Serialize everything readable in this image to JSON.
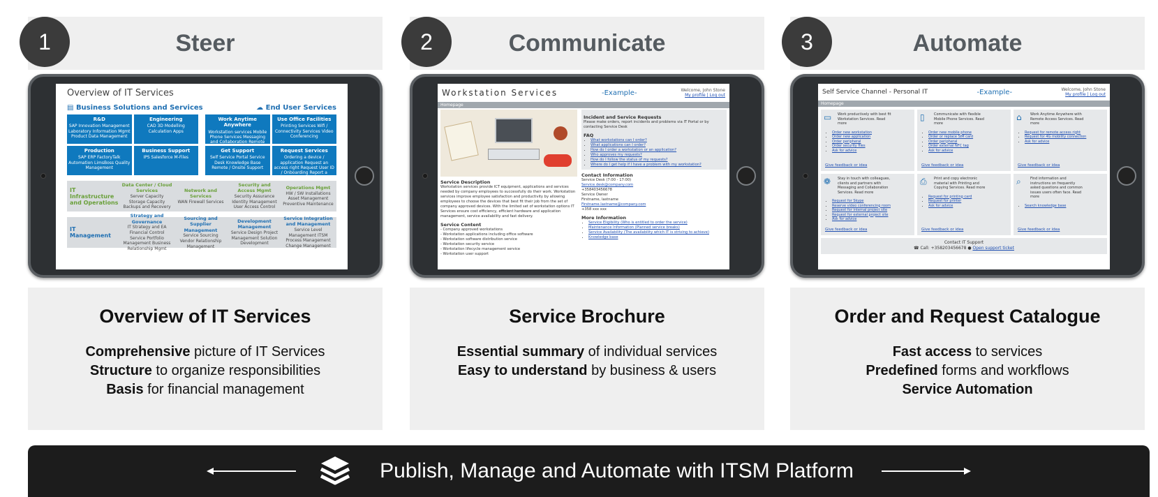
{
  "columns": [
    {
      "number": "1",
      "heading": "Steer",
      "desc_title": "Overview of IT Services",
      "lines": [
        {
          "bold": "Comprehensive",
          "rest": " picture of IT Services"
        },
        {
          "bold": "Structure",
          "rest": " to organize responsibilities"
        },
        {
          "bold": "Basis",
          "rest": " for financial management"
        }
      ],
      "screen": {
        "title": "Overview of IT Services",
        "section_left": "Business Solutions and Services",
        "section_right": "End User Services",
        "boxes": [
          {
            "title": "R&D",
            "text": "SAP Innovation Management Laboratory Information Mgmt Product Data Management"
          },
          {
            "title": "Engineering",
            "text": "CAD 3D Modelling Calculation Apps"
          },
          {
            "title": "Production",
            "text": "SAP ERP FactoryTalk Automation LimsBoss Quality Management"
          },
          {
            "title": "Business Support",
            "text": "IPS Salesforce M-Files"
          },
          {
            "title": "Work Anytime Anywhere",
            "text": "Workstation services Mobile Phone Services Messaging and Collaboration Remote Access Services"
          },
          {
            "title": "Use Office Facilities",
            "text": "Printing Services Wifi / Connectivity Services Video Conferencing"
          },
          {
            "title": "Get Support",
            "text": "Self Service Portal Service Desk Knowledge Base Remote / Onsite Support"
          },
          {
            "title": "Request Services",
            "text": "Ordering a device / application Request an access right Request User ID / Onboarding Report a problem"
          }
        ],
        "infra": {
          "label": "IT Infrastructure and Operations",
          "cells": [
            {
              "title": "Data Center / Cloud Services",
              "text": "Server Capacity Storage Capacity Backups and Recovery"
            },
            {
              "title": "Network and Services",
              "text": "WAN Firewall Services"
            },
            {
              "title": "Security and Access Mgmt",
              "text": "Security Assurance Identity Management User Access Control"
            },
            {
              "title": "Operations Mgmt",
              "text": "HW / SW Installations Asset Management Preventive Maintenance"
            }
          ]
        },
        "mgmt": {
          "label": "IT Management",
          "cells": [
            {
              "title": "Strategy and Governance",
              "text": "IT Strategy and EA Financial Control Service Portfolio Management Business Relationship Mgmt"
            },
            {
              "title": "Sourcing and Supplier Management",
              "text": "Service Sourcing Vendor Relationship Management"
            },
            {
              "title": "Development Management",
              "text": "Service Design Project Management Solution Development"
            },
            {
              "title": "Service Integration and Management",
              "text": "Service Level Management ITSM Process Management Change Management"
            }
          ]
        }
      }
    },
    {
      "number": "2",
      "heading": "Communicate",
      "desc_title": "Service Brochure",
      "lines": [
        {
          "bold": "Essential summary",
          "rest": " of individual services"
        },
        {
          "bold": "Easy to understand",
          "rest": " by business & users"
        }
      ],
      "screen": {
        "title": "Workstation Services",
        "example": "-Example-",
        "welcome": "Welcome, John Stone",
        "profile": "My profile | Log out",
        "homepage": "Homepage",
        "service_desc_title": "Service Description",
        "service_desc": "Workstation services provide ICT equipment, applications and services needed by company employees to successfully do their work. Workstation services improve employee satisfaction and productivity by allowing employees to choose the devices that best fit their job from the set of company approved devices. With the limited set of workstation options IT Services ensure cost efficiency, efficient hardware and application management, service availability and fast delivery.",
        "content_title": "Service Content",
        "content": [
          "Company approved workstations",
          "Workstation applications including office software",
          "Workstation software distribution service",
          "Workstation security service",
          "Workstation lifecycle management service",
          "Workstation user support"
        ],
        "incident_title": "Incident and Service Requests",
        "incident_text": "Please make orders, report incidents and problems via IT Portal or by contacting Service Desk",
        "faq_title": "FAQ",
        "faq": [
          "What workstations can I order?",
          "What applications can I order?",
          "How do I order a workstation or an application?",
          "Who approves my requests?",
          "How do I follow the status of my requests?",
          "Where do I get help if I have a problem with my workstation?"
        ],
        "contact_title": "Contact Information",
        "desk": "Service Desk (7:00 - 17:00)",
        "desk_mail": "Service.desk@company.com",
        "desk_phone": "+358403456678",
        "owner": "Service Owner",
        "owner_name": "Firstname, lastname",
        "owner_mail": "Firstname.lastname@company.com",
        "owner_phone": "+358 xxx xxx",
        "more_title": "More Information",
        "more": [
          "Service Eligibility (Who is entitled to order the service)",
          "Maintenance Information (Planned service breaks)",
          "Service Availability (The availability which IT is striving to achieve)",
          "Knowledge base"
        ]
      }
    },
    {
      "number": "3",
      "heading": "Automate",
      "desc_title": "Order and Request Catalogue",
      "lines": [
        {
          "bold": "Fast access",
          "rest": " to services"
        },
        {
          "bold": "Predefined",
          "rest": " forms and workflows"
        },
        {
          "bold": "Service Automation",
          "rest": ""
        }
      ],
      "screen": {
        "title": "Self Service Channel - Personal IT",
        "example": "-Example-",
        "welcome": "Welcome, John Stone",
        "profile": "My profile | Log out",
        "homepage": "Homepage",
        "tiles": [
          {
            "icon": "▭",
            "intro": "Work productively with best fit Workstation Services. Read more",
            "items": [
              "Order new workstation",
              "Order new application",
              "Order peripheral",
              "Order security files",
              "Ask for advice"
            ],
            "feedback": "Give feedback or idea"
          },
          {
            "icon": "▯",
            "intro": "Communicate with flexible Mobile Phone Services. Read more",
            "items": [
              "Order new mobile phone",
              "Order or replace SIM card",
              "Order peripheral",
              "Order external NFC tag",
              "Ask for advice"
            ],
            "feedback": "Give feedback or idea"
          },
          {
            "icon": "⌂",
            "intro": "Work Anytime Anywhere with Remote Access Services. Read more",
            "items": [
              "Request for remote access right",
              "Request for 4G mobility connection",
              "Ask for advice"
            ],
            "feedback": "Give feedback or idea"
          },
          {
            "icon": "❁",
            "intro": "Stay in touch with colleagues, clients and partners with Messaging and Collaboration Services. Read more",
            "items": [
              "Request for Skype",
              "Reserve video conferencing room",
              "Request for internal project site",
              "Request for external project site",
              "Ask for advice"
            ],
            "feedback": "Give feedback or idea"
          },
          {
            "icon": "⎙",
            "intro": "Print and copy electronic material with Printing and Copying Services. Read more",
            "items": [
              "Request for printing card",
              "Request for printer",
              "Ask for advice"
            ],
            "feedback": "Give feedback or idea"
          },
          {
            "icon": "⌕",
            "intro": "Find information and instructions on frequently asked questions and common issues users often face. Read more",
            "items": [
              "Search knowledge base"
            ],
            "feedback": "Give feedback or idea"
          }
        ],
        "contact_title": "Contact IT Support",
        "contact_call": "Call: +358203456678",
        "contact_ticket": "Open support ticket"
      }
    }
  ],
  "footer": {
    "text": "Publish, Manage and Automate with ITSM Platform",
    "icon": "layers-icon"
  }
}
